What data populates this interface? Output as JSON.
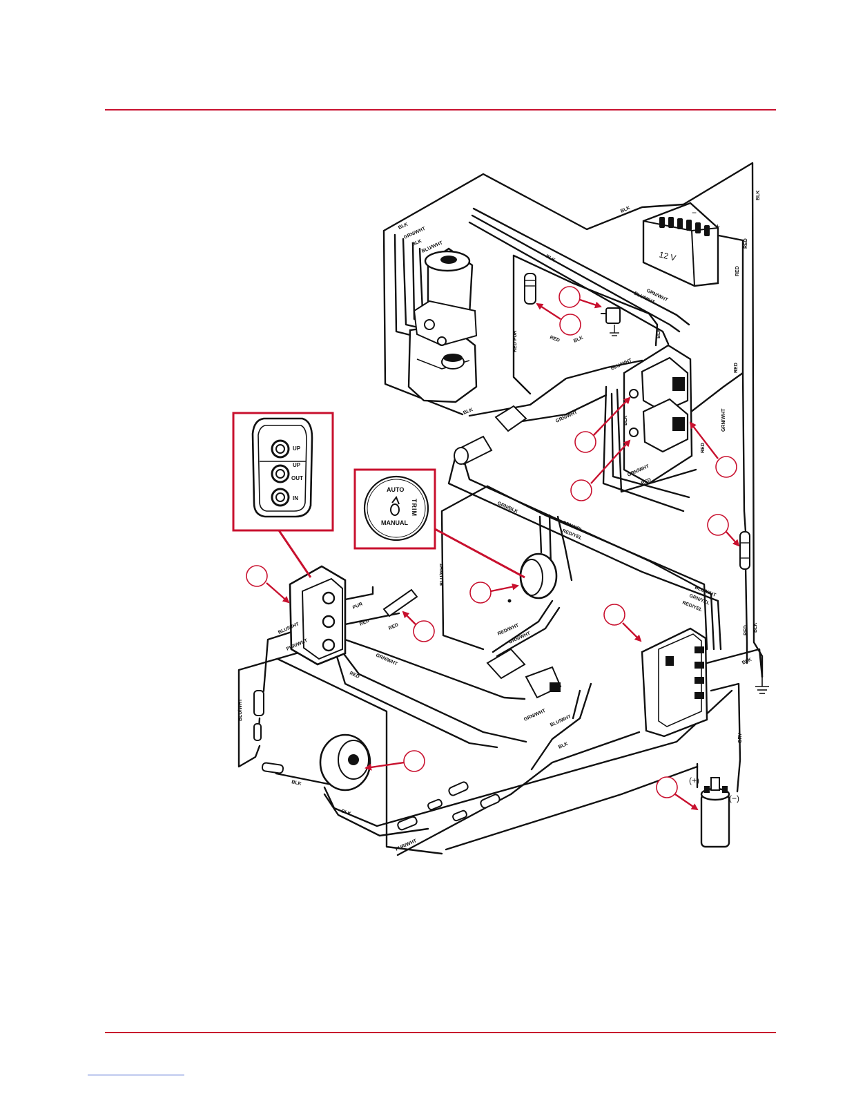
{
  "colors": {
    "accent": "#c8102e",
    "wire": "#111111",
    "footer_link": "#3355cc"
  },
  "battery": {
    "voltage": "12 V",
    "negative": "−",
    "positive": "+"
  },
  "coil": {
    "positive": "(+)",
    "negative": "(−)"
  },
  "keypad_inset": {
    "labels": [
      "UP",
      "UP",
      "OUT",
      "IN"
    ]
  },
  "switch_inset": {
    "top": "AUTO",
    "side": "TRIM",
    "bottom": "MANUAL"
  },
  "wire_labels": {
    "blk": "BLK",
    "grn_wht": "GRN/WHT",
    "blu_wht": "BLU/WHT",
    "red": "RED",
    "red_pur": "RED PUR",
    "grn_blk": "GRN/BLK",
    "grn_yel": "GRN/YEL",
    "red_yel": "RED/YEL",
    "red_wht": "RED/WHT",
    "pur": "PUR",
    "pur_wht": "PUR/WHT",
    "gry": "GRY"
  },
  "callouts": [
    "",
    "",
    "",
    "",
    "",
    "",
    "",
    "",
    "",
    "",
    "",
    ""
  ]
}
